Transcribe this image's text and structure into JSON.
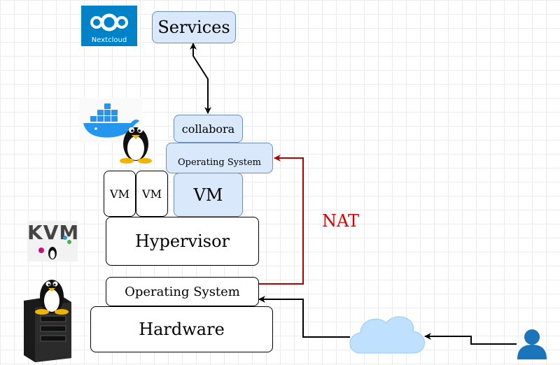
{
  "nodes": {
    "services": "Services",
    "collabora": "collabora",
    "vm_os": "Operating System",
    "vm_main": "VM",
    "vm_small_1": "VM",
    "vm_small_2": "VM",
    "hypervisor": "Hypervisor",
    "host_os": "Operating System",
    "hardware": "Hardware"
  },
  "edges": {
    "nat_label": "NAT"
  },
  "logos": {
    "nextcloud_text": "Nextcloud",
    "kvm_text": "KVM"
  },
  "colors": {
    "nat_arrow": "#b20000",
    "node_blue_fill": "#dae8fc",
    "node_blue_stroke": "#6c8ebf",
    "nextcloud_blue": "#0082c9",
    "user_blue": "#1a75bb",
    "cloud_blue": "#bfe0ff"
  }
}
